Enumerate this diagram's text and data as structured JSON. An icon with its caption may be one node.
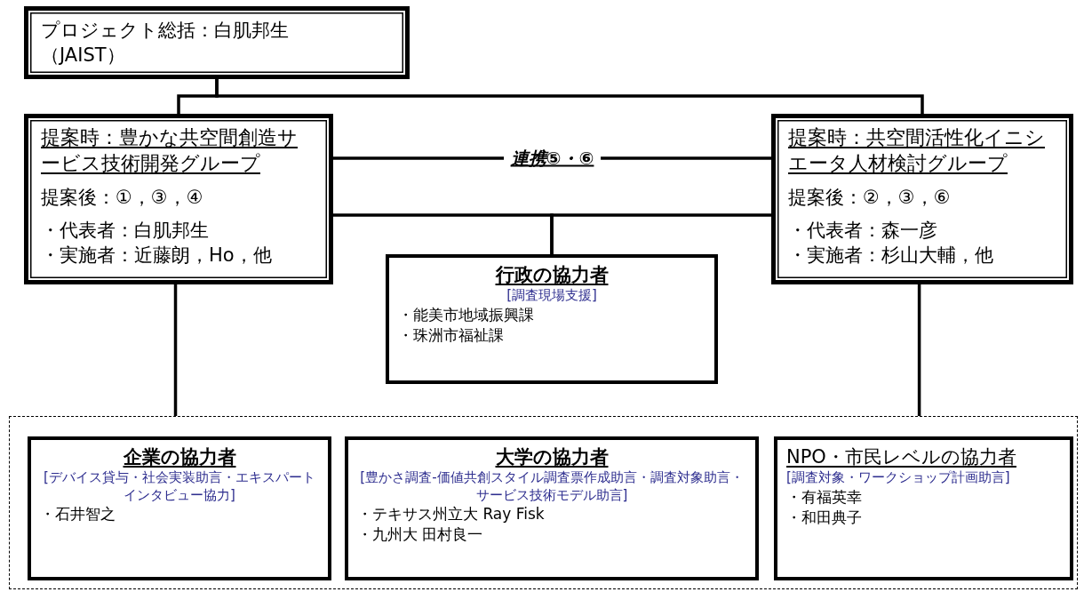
{
  "diagram": {
    "nodes": [
      {
        "text": [
          "プロジェクト総括：白肌邦生（JAIST）"
        ]
      },
      {
        "text": [
          "提案時：豊かな共空間創造サービス技術開発グループ",
          "提案後：①，③，④",
          "・代表者：白肌邦生",
          "・実施者：近藤朗，Ho，他"
        ]
      },
      {
        "text": [
          "提案時：共空間活性化イニシエータ人材検討グループ",
          "提案後：②，③，⑥",
          "・代表者：森一彦",
          "・実施者：杉山大輔，他"
        ]
      },
      {
        "text": [
          "行政の協力者",
          "[調査現場支援]",
          "・能美市地域振興課",
          "・珠洲市福祉課"
        ]
      },
      {
        "text": [],
        "shape": "box"
      },
      {
        "text": [
          "企業の協力者",
          "[デバイス貸与・社会実装助言・エキスパートインタビュー協力]",
          "・石井智之"
        ],
        "in": 4
      },
      {
        "text": [
          "大学の協力者",
          "[豊かさ調査‐価値共創スタイル調査票作成助言・調査対象助言・サービス技術モデル助言]",
          "・テキサス州立大 Ray Fisk",
          "・九州大 田村良一"
        ],
        "in": 4
      },
      {
        "text": [
          "NPO・市民レベルの協力者",
          "[調査対象・ワークショップ計画助言]",
          "・有福英幸",
          "・和田典子"
        ],
        "in": 4
      }
    ],
    "edges": [
      {
        "from": 0,
        "to": 1,
        "arrow": "none"
      },
      {
        "from": 0,
        "to": 2,
        "arrow": "none"
      },
      {
        "from": 1,
        "to": 2,
        "arrow": "none",
        "label": "連携⑤・⑥"
      },
      {
        "from": 1,
        "to": 3,
        "arrow": "none"
      },
      {
        "from": 2,
        "to": 3,
        "arrow": "none"
      },
      {
        "from": 1,
        "to": 4,
        "arrow": "none"
      },
      {
        "from": 2,
        "to": 4,
        "arrow": "none"
      }
    ]
  }
}
